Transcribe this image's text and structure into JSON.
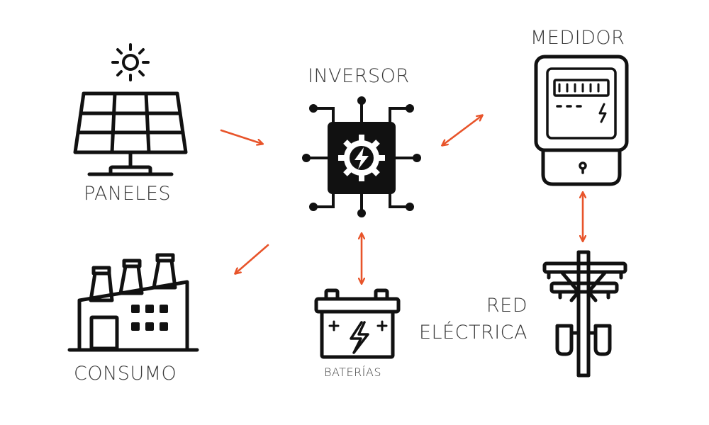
{
  "labels": {
    "paneles": "PANELES",
    "inversor": "INVERSOR",
    "medidor": "MEDIDOR",
    "consumo": "CONSUMO",
    "baterias": "BATERÍAS",
    "red_line1": "RED",
    "red_line2": "ELÉCTRICA"
  },
  "icons": {
    "paneles": "solar-panel-icon",
    "sun": "sun-icon",
    "inversor": "inverter-chip-icon",
    "medidor": "electric-meter-icon",
    "consumo": "factory-icon",
    "baterias": "battery-icon",
    "red": "power-pole-icon"
  },
  "colors": {
    "icon": "#111111",
    "arrow": "#e8542a",
    "text": "#3a3a3a"
  },
  "arrows": [
    {
      "from": "paneles",
      "to": "inversor",
      "direction": "one-way"
    },
    {
      "from": "inversor",
      "to": "medidor",
      "direction": "two-way"
    },
    {
      "from": "inversor",
      "to": "consumo",
      "direction": "one-way"
    },
    {
      "from": "inversor",
      "to": "baterias",
      "direction": "two-way"
    },
    {
      "from": "medidor",
      "to": "red",
      "direction": "two-way"
    }
  ]
}
